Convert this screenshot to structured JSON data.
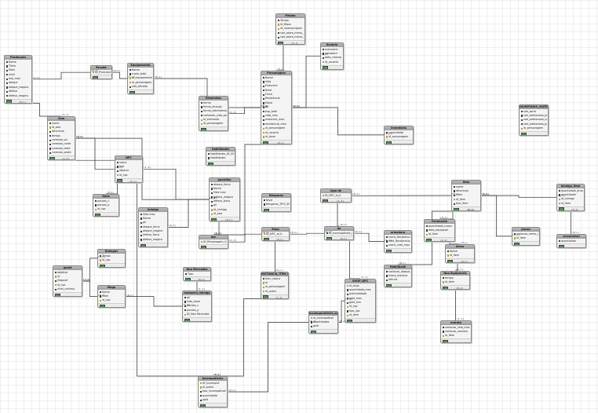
{
  "entities": [
    {
      "id": "Producoes",
      "title": "Producoes",
      "rows": [
        "Nome",
        "Titulo",
        "Data",
        "nivel",
        "exp_max",
        "ataque",
        "ataque_magico",
        "defesa",
        "defesa_magica"
      ]
    },
    {
      "id": "Escudo",
      "title": "Escudo",
      "rows": [
        "ID_Producoes"
      ]
    },
    {
      "id": "Equipamento",
      "title": "Equipamento",
      "rows": [
        "Nome",
        "custo_total",
        "id_equipamento",
        "id_personagem",
        "slot_ativado"
      ]
    },
    {
      "id": "Missao",
      "title": "Missão",
      "rows": [
        "Tempo",
        "id_Mapa",
        "id_nivelcomigom",
        "slot_sobre_mimo_1",
        "slot_sobre_mimo_2"
      ]
    },
    {
      "id": "Personagem",
      "title": "Personagem",
      "rows": [
        "Nome",
        "Vida",
        "Endurece",
        "Nivel",
        "Forca",
        "Resistencia",
        "Mana",
        "gil",
        "exp_total",
        "vida_max",
        "endurece_max",
        "resistencia_max",
        "id_personagem",
        "id_usuario",
        "id_dono"
      ]
    },
    {
      "id": "Usuario",
      "title": "Usuario",
      "rows": [
        "username",
        "password",
        "data_criacao",
        "id_usuario"
      ]
    },
    {
      "id": "Elementos",
      "title": "Elementos",
      "rows": [
        "forma",
        "forma_enxugo",
        "forma_extenderxo",
        "variavele_vida_sala",
        "id_elemento",
        "id_personagem"
      ]
    },
    {
      "id": "InventarioMaterial",
      "title": "INVENTARIO_MATERIAL",
      "rows": [
        "slot_sorte",
        "slot_adicionado_prd",
        "slot_adicionado_cap",
        "slot_adicionado_pers",
        "id_personagem"
      ]
    },
    {
      "id": "Inventario",
      "title": "Inventario",
      "rows": [
        "capacidade",
        "id_personagem"
      ]
    },
    {
      "id": "Sala",
      "title": "Sala",
      "rows": [
        "nome",
        "id_sala",
        "descricao",
        "tempo",
        "conexao_sul",
        "conexao_norte",
        "conexao_leste",
        "conexao_oeste"
      ]
    },
    {
      "id": "Habilidades",
      "title": "Habilidades",
      "rows": [
        "Habilidades_ID_NO",
        "Habilidades"
      ]
    },
    {
      "id": "NPC",
      "title": "NPC",
      "rows": [
        "nome",
        "fala",
        "reparar",
        "id_npc"
      ]
    },
    {
      "id": "Itens",
      "title": "Itens",
      "rows": [
        "pocoes_c",
        "pocoes_p",
        "id_npc"
      ]
    },
    {
      "id": "Inimigo",
      "title": "Inimigo",
      "rows": [
        "Vida max",
        "Nome",
        "gil",
        "ataque_forca",
        "ataque_magica",
        "defesa_forca",
        "defesa_magica"
      ]
    },
    {
      "id": "Guardiao",
      "title": "guardiao",
      "rows": [
        "ataque_forca",
        "Nome",
        "Vida max",
        "defesa_magica",
        "defesa_forca",
        "gil",
        "id_inimigo",
        "id_sala"
      ]
    },
    {
      "id": "Bengaras",
      "title": "Bengaras",
      "rows": [
        "Nivel",
        "Bengaras_TIPO_IN"
      ]
    },
    {
      "id": "JogoDe",
      "title": "jogo de",
      "rows": [
        "ID_NPC_id_it"
      ]
    },
    {
      "id": "Item",
      "title": "Item",
      "rows": [
        "nome",
        "descricao",
        "nivel",
        "id_item",
        "tipo_item"
      ]
    },
    {
      "id": "InimigoItem",
      "title": "inimigo_item",
      "rows": [
        "quantidade_atual",
        "quantidade",
        "id_inimigo",
        "id_item"
      ]
    },
    {
      "id": "Dar",
      "title": "dar",
      "rows": [
        "ID_Personagem_Gui"
      ]
    },
    {
      "id": "Shop",
      "title": "Shop",
      "rows": [
        "ID_NPC_id_it"
      ]
    },
    {
      "id": "De",
      "title": "de",
      "rows": [
        "Id_incompativeis_que"
      ]
    },
    {
      "id": "Armadura",
      "title": "armadura",
      "rows": [
        "nome_Resistencia",
        "cred_Resistencia_tas",
        "nome_vida_max"
      ]
    },
    {
      "id": "Fonimento",
      "title": "Fonimento",
      "rows": [
        "quantidade_maxa",
        "data_equipavel",
        "id_item"
      ]
    },
    {
      "id": "Pocao",
      "title": "pocao",
      "rows": [
        "variacao_meno_vit",
        "id_item"
      ]
    },
    {
      "id": "Consumivel",
      "title": "consumivel",
      "rows": [
        "quantidade"
      ]
    },
    {
      "id": "Arma",
      "title": "Arma",
      "rows": [
        "Nome",
        "id_item"
      ]
    },
    {
      "id": "Quest",
      "title": "quest",
      "rows": [
        "objetivo",
        "id",
        "Disposit",
        "id_npc",
        "nivel_minimo"
      ]
    },
    {
      "id": "Dialogos",
      "title": "Dialogos",
      "rows": [
        "Tempo",
        "id_npc"
      ]
    },
    {
      "id": "Mago",
      "title": "Mago",
      "rows": [
        "Nome",
        "nivel",
        "id_npc"
      ]
    },
    {
      "id": "NaoMercados",
      "title": "Nao Mercados",
      "rows": [
        "Tipo"
      ]
    },
    {
      "id": "InstanciaInimigo",
      "title": "instancia_inimigo",
      "rows": [
        "gil",
        "vida_atual",
        "pocoes_c",
        "pocoes_p",
        "ID_Nao Mercados"
      ]
    },
    {
      "id": "InstanciaItemMan",
      "title": "INSTANCIA_ITEM_MAN",
      "rows": [
        "item_status",
        "id",
        "id_personagem",
        "id_quest"
      ]
    },
    {
      "id": "Habilidade",
      "title": "Habilidade",
      "rows": [
        "variacao_ataque_m",
        "mana_maxima",
        "dificult"
      ]
    },
    {
      "id": "NaoEquipaveis",
      "title": "Nao Equipaveis",
      "rows": [
        "tempo",
        "id_item"
      ]
    },
    {
      "id": "ShopNpc",
      "title": "SHOP_NPC",
      "rows": [
        "id_shop",
        "quantidade_max",
        "profundidade",
        "gold_max",
        "gold_min",
        "id_npc",
        "tipo_npc",
        "id_item"
      ]
    },
    {
      "id": "IncomparativeisQuest",
      "title": "incomparativeis_quest",
      "rows": [
        "id_incompativel",
        "quantidades",
        "gold"
      ]
    },
    {
      "id": "Extrato",
      "title": "extrato",
      "rows": [
        "variacao_vida_max",
        "variacao_maximo",
        "id_item"
      ]
    },
    {
      "id": "Incompativeis",
      "title": "Incompativeis",
      "rows": [
        "ID_incomptvl",
        "id_quest",
        "tipo_incompativeis",
        "quantidade",
        "gold"
      ]
    }
  ],
  "cardinality_labels": [
    "(1,1)",
    "(0,1)",
    "(0,n)",
    "(1,n)",
    "(0,1)",
    "(0,n)",
    "(1,1)",
    "(0,n)",
    "(1,1)",
    "(0,1)",
    "(0,n)",
    "(1,n)",
    "(0,1)",
    "(1,1)",
    "(0,n)",
    "(1,1)",
    "(0,1)",
    "(0,n)",
    "(1,n)",
    "(0,1)",
    "(1,1)",
    "(0,n)",
    "(0,n)",
    "(1,1)",
    "(0,1)",
    "(1,1)",
    "(0,n)",
    "(0,n)",
    "(1,1)",
    "(0,1)",
    "(0,n)",
    "(1,1)",
    "(0,n)",
    "(1,1)",
    "(0,1)",
    "(0,n)",
    "(1,1)",
    "(0,n)"
  ]
}
